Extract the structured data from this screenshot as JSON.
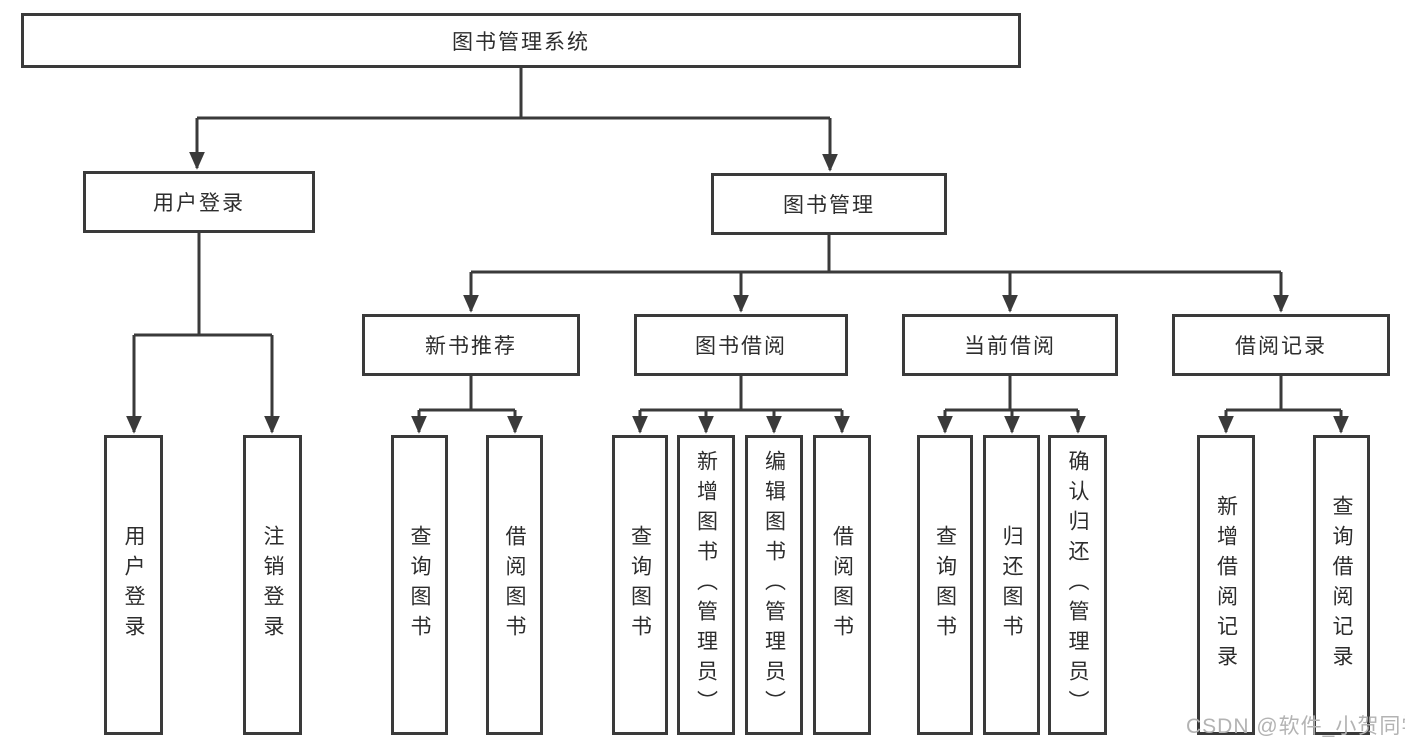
{
  "root": {
    "label": "图书管理系统"
  },
  "login": {
    "label": "用户登录",
    "children": [
      "用户登录",
      "注销登录"
    ]
  },
  "management": {
    "label": "图书管理"
  },
  "modules": [
    {
      "label": "新书推荐",
      "children": [
        "查询图书",
        "借阅图书"
      ]
    },
    {
      "label": "图书借阅",
      "children": [
        "查询图书",
        "新增图书（管理员）",
        "编辑图书（管理员）",
        "借阅图书"
      ]
    },
    {
      "label": "当前借阅",
      "children": [
        "查询图书",
        "归还图书",
        "确认归还（管理员）"
      ]
    },
    {
      "label": "借阅记录",
      "children": [
        "新增借阅记录",
        "查询借阅记录"
      ]
    }
  ],
  "watermark": {
    "text": "CSDN @软件_小贺同学"
  },
  "colors": {
    "line": "#3a3a3a",
    "text": "#2d2d2d",
    "watermark_gray": "#b3b3b3",
    "background": "#ffffff"
  }
}
